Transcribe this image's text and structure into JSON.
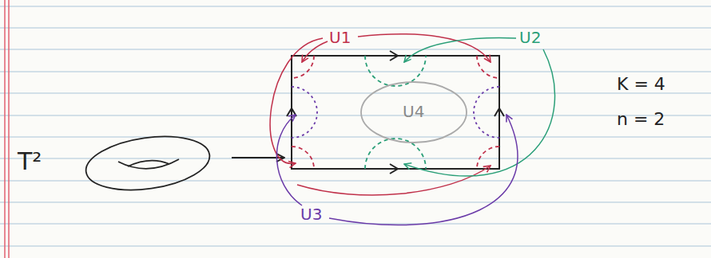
{
  "diagram": {
    "labels": [
      "T²",
      "U1",
      "U2",
      "U3",
      "U4",
      "K = 4",
      "n = 2"
    ]
  }
}
